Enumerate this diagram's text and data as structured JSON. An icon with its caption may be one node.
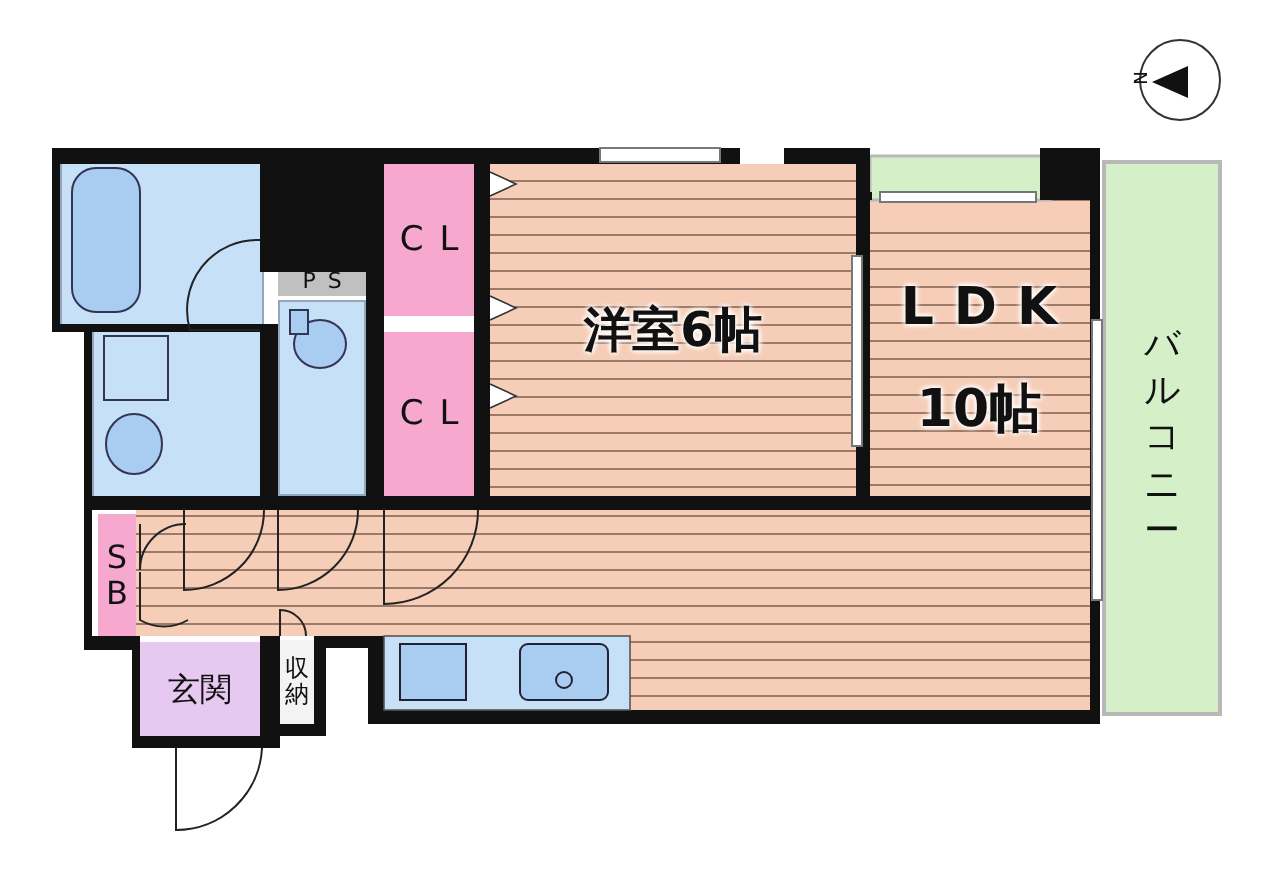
{
  "diagram": {
    "nodes": [
      {
        "text": [],
        "shape": "box"
      },
      {
        "text": [],
        "shape": "box"
      },
      {
        "text": [
          "PS"
        ]
      },
      {
        "text": [],
        "shape": "box"
      },
      {
        "text": [
          "CL"
        ]
      },
      {
        "text": [
          "CL"
        ]
      },
      {
        "text": [
          "洋室6帖"
        ]
      },
      {
        "text": [
          "LDK",
          "10帖"
        ]
      },
      {
        "text": [
          "バルコニー"
        ]
      },
      {
        "text": [
          "SB"
        ]
      },
      {
        "text": [
          "玄関"
        ]
      },
      {
        "text": [
          "収納"
        ]
      }
    ],
    "labels": [
      "N"
    ]
  }
}
